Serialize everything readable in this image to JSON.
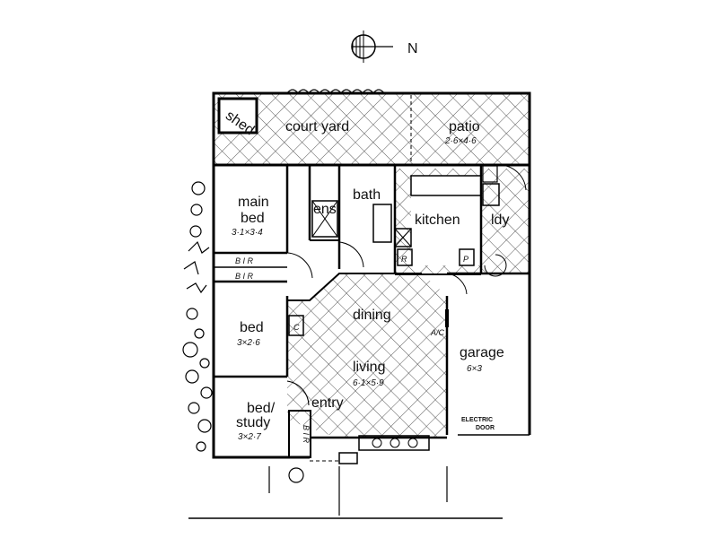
{
  "compass": {
    "label": "N"
  },
  "rooms": {
    "shed": "shed",
    "courtyard": "court yard",
    "patio": "patio",
    "patio_dim": "2·6×4·6",
    "ens": "ens",
    "bath": "bath",
    "kitchen": "kitchen",
    "ldy": "ldy",
    "main_bed_1": "main",
    "main_bed_2": "bed",
    "main_bed_dim": "3·1×3·4",
    "bir_1": "B I R",
    "bir_2": "B I R",
    "bed": "bed",
    "bed_dim": "3×2·6",
    "dining": "dining",
    "living": "living",
    "living_dim": "6·1×5·9",
    "ac": "A/C",
    "garage": "garage",
    "garage_dim": "6×3",
    "electric_1": "ELECTRIC",
    "electric_2": "DOOR",
    "entry": "entry",
    "bed_study_1": "bed/",
    "bed_study_2": "study",
    "bed_study_dim": "3×2·7",
    "bir_3": "B I R",
    "c": "C",
    "r": "R",
    "p": "P"
  }
}
